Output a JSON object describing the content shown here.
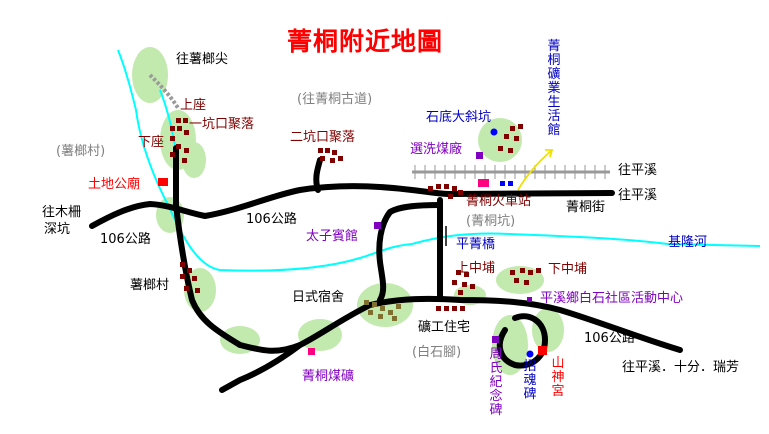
{
  "title": "菁桐附近地圖",
  "colors": {
    "title": "#ff0000",
    "road": "#000000",
    "river": "#00ffff",
    "settlement_label": "#800000",
    "poi_label": "#8000c0",
    "blue_label": "#0000c0",
    "red_label": "#ff0000",
    "grey_label": "#808080",
    "black_label": "#000000",
    "railway": "#9a9a9a",
    "vegetation": "#b8e6a0"
  },
  "labels": {
    "to_shuliao_jian": "往薯榔尖",
    "shangzuo": "上座",
    "yikeng_village": "一坑口聚落",
    "xiazuo": "下座",
    "shuliao_cun_paren": "(薯榔村)",
    "tudi_temple": "土地公廟",
    "to_mucha": "往木柵",
    "shenkeng": "深坑",
    "road106_west": "106公路",
    "road106_mid": "106公路",
    "road106_east": "106公路",
    "to_jingtong_old_trail": "(往菁桐古道)",
    "erkeng_village": "二坑口聚落",
    "shidi_incline": "石底大斜坑",
    "coal_washing": "選洗煤廠",
    "to_pingxi_1": "往平溪",
    "to_pingxi_2": "往平溪",
    "jingtong_street": "菁桐街",
    "jingtong_station": "菁桐火車站",
    "jingtong_keng": "(菁桐坑)",
    "taizi_guesthouse": "太子賓館",
    "ping_jing_bridge": "平菁橋",
    "keelung_river": "基隆河",
    "shuliao_cun": "薯榔村",
    "shang_zhongpu": "上中埔",
    "xia_zhongpu": "下中埔",
    "activity_center": "平溪鄉白石社區活動中心",
    "japanese_dorm": "日式宿舍",
    "miners_housing": "礦工住宅",
    "baishijiao": "(白石腳)",
    "road_to_pingxi_shifen_ruifang": "往平溪．十分．瑞芳",
    "jingtong_coal_mine": "菁桐煤礦",
    "life_museum": "菁桐礦業生活館",
    "zhou_memorial": "周氏紀念碑",
    "zhaohun_monument": "招魂碑",
    "mountain_god_temple": "山神宮"
  }
}
